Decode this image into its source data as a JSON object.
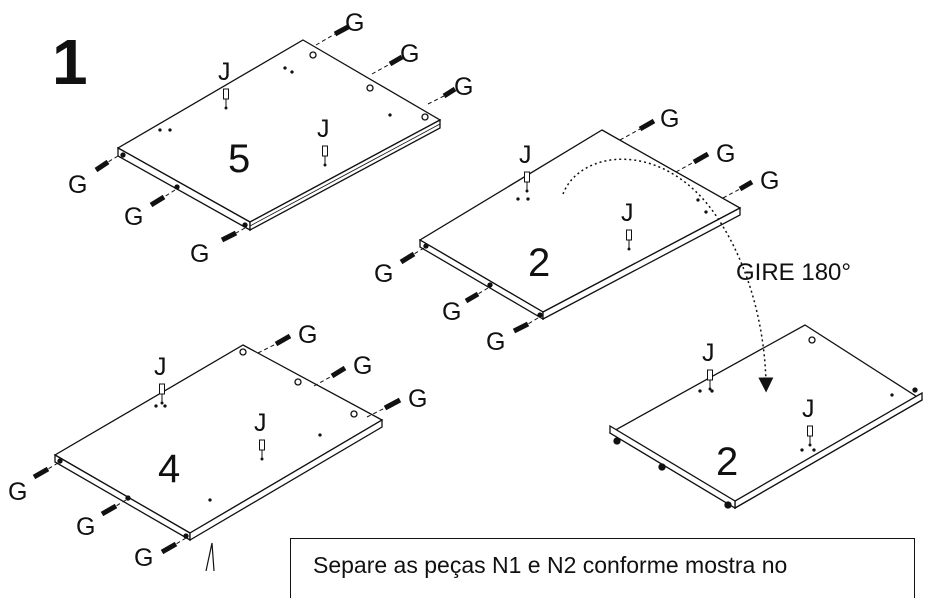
{
  "step_number": "1",
  "labels": {
    "dowel": "G",
    "connector": "J"
  },
  "panels": [
    {
      "id": "panel-5",
      "number": "5"
    },
    {
      "id": "panel-2-top",
      "number": "2"
    },
    {
      "id": "panel-4",
      "number": "4"
    },
    {
      "id": "panel-2-bottom",
      "number": "2"
    }
  ],
  "rotate_instruction": "GIRE 180°",
  "note_text": "Separe as peças N1 e N2 conforme mostra no"
}
